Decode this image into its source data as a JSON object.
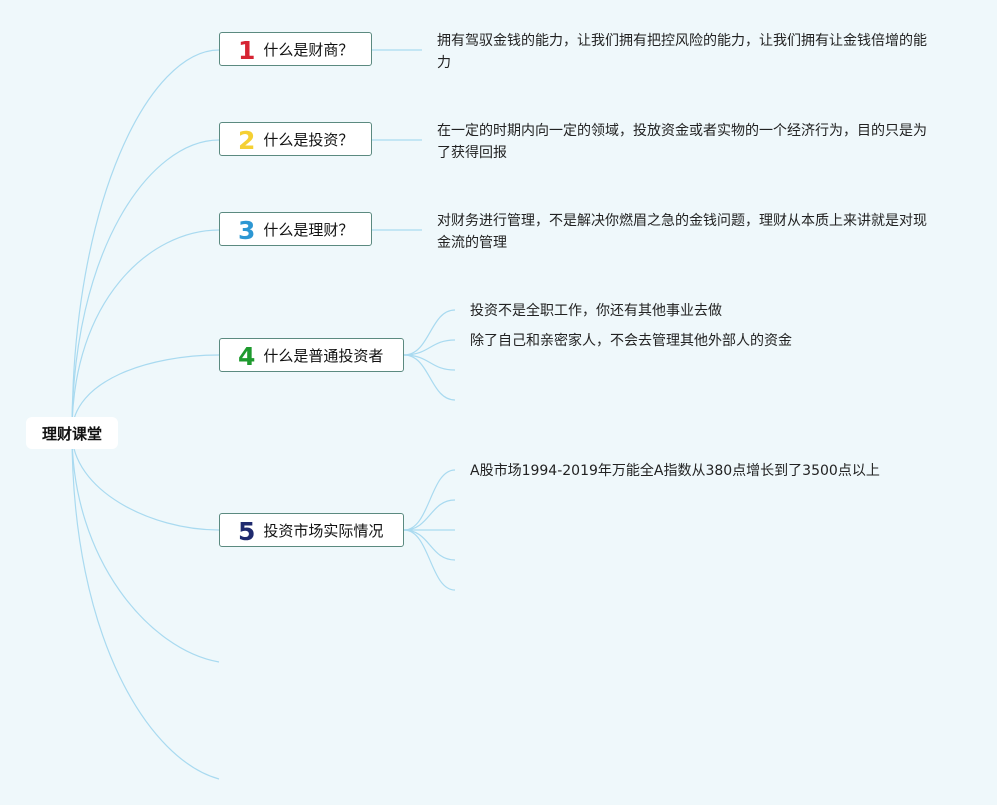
{
  "root": {
    "label": "理财课堂"
  },
  "colors": {
    "line": "#a9daf0",
    "branch_border": "#5b8a80",
    "background": "#eff8fb"
  },
  "branches": [
    {
      "number": "1",
      "number_color": "#d62433",
      "title": "什么是财商？",
      "details": [
        "拥有驾驭金钱的能力，让我们拥有把控风险的能力，让我们拥有让金钱倍增的能力"
      ]
    },
    {
      "number": "2",
      "number_color": "#f5d033",
      "title": "什么是投资？",
      "details": [
        "在一定的时期内向一定的领域，投放资金或者实物的一个经济行为，目的只是为了获得回报"
      ]
    },
    {
      "number": "3",
      "number_color": "#2d97d3",
      "title": "什么是理财？",
      "details": [
        "对财务进行管理，不是解决你燃眉之急的金钱问题，理财从本质上来讲就是对现金流的管理"
      ]
    },
    {
      "number": "4",
      "number_color": "#1e9a2e",
      "title": "什么是普通投资者",
      "details": [
        "投资不是全职工作，你还有其他事业去做",
        "除了自己和亲密家人，不会去管理其他外部人的资金",
        "",
        ""
      ]
    },
    {
      "number": "5",
      "number_color": "#1f2a6e",
      "title": "投资市场实际情况",
      "details": [
        "A股市场1994-2019年万能全A指数从380点增长到了3500点以上",
        "",
        "",
        "",
        ""
      ]
    }
  ]
}
